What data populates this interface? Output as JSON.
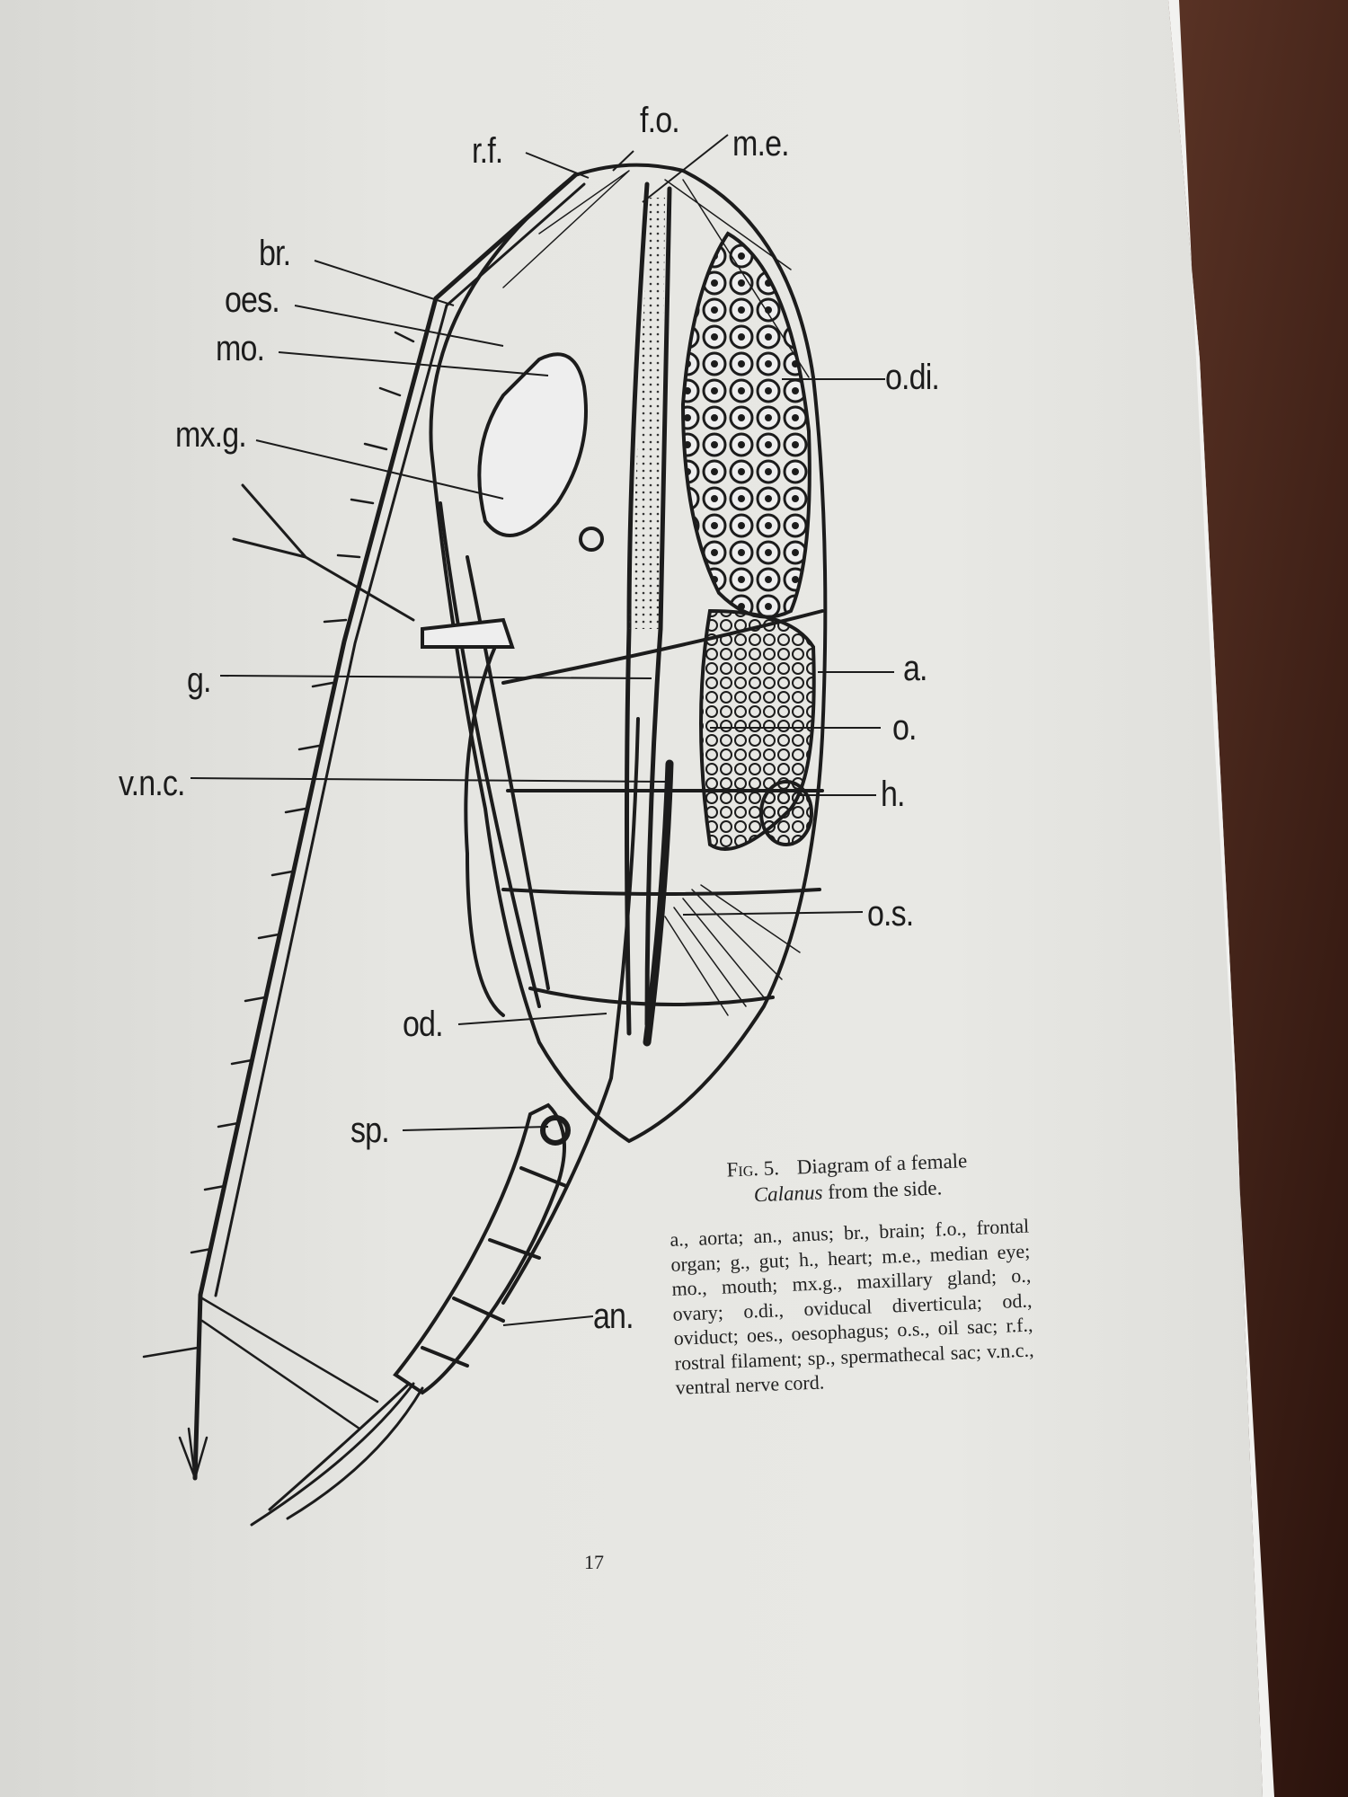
{
  "figure": {
    "labels": {
      "fo": "f.o.",
      "me": "m.e.",
      "rf": "r.f.",
      "br": "br.",
      "oes": "oes.",
      "mo": "mo.",
      "mxg": "mx.g.",
      "odi": "o.di.",
      "g": "g.",
      "a": "a.",
      "o": "o.",
      "vnc": "v.n.c.",
      "h": "h.",
      "os": "o.s.",
      "od": "od.",
      "sp": "sp.",
      "an": "an."
    },
    "caption": {
      "fig_number": "Fig. 5.",
      "title_line1": "Diagram of a female",
      "genus": "Calanus",
      "title_line2": "from the side.",
      "legend": "a., aorta; an., anus; br., brain; f.o., frontal organ; g., gut; h., heart; m.e., median eye; mo., mouth; mx.g., maxillary gland; o., ovary; o.di., oviducal diverticula; od., oviduct; oes., oesophagus; o.s., oil sac; r.f., rostral filament; sp., spermathecal sac; v.n.c., ventral nerve cord."
    }
  },
  "page_number": "17",
  "colors": {
    "ink": "#1c1c1c",
    "paper": "#e6e6e2",
    "background": "#3a1f17"
  }
}
